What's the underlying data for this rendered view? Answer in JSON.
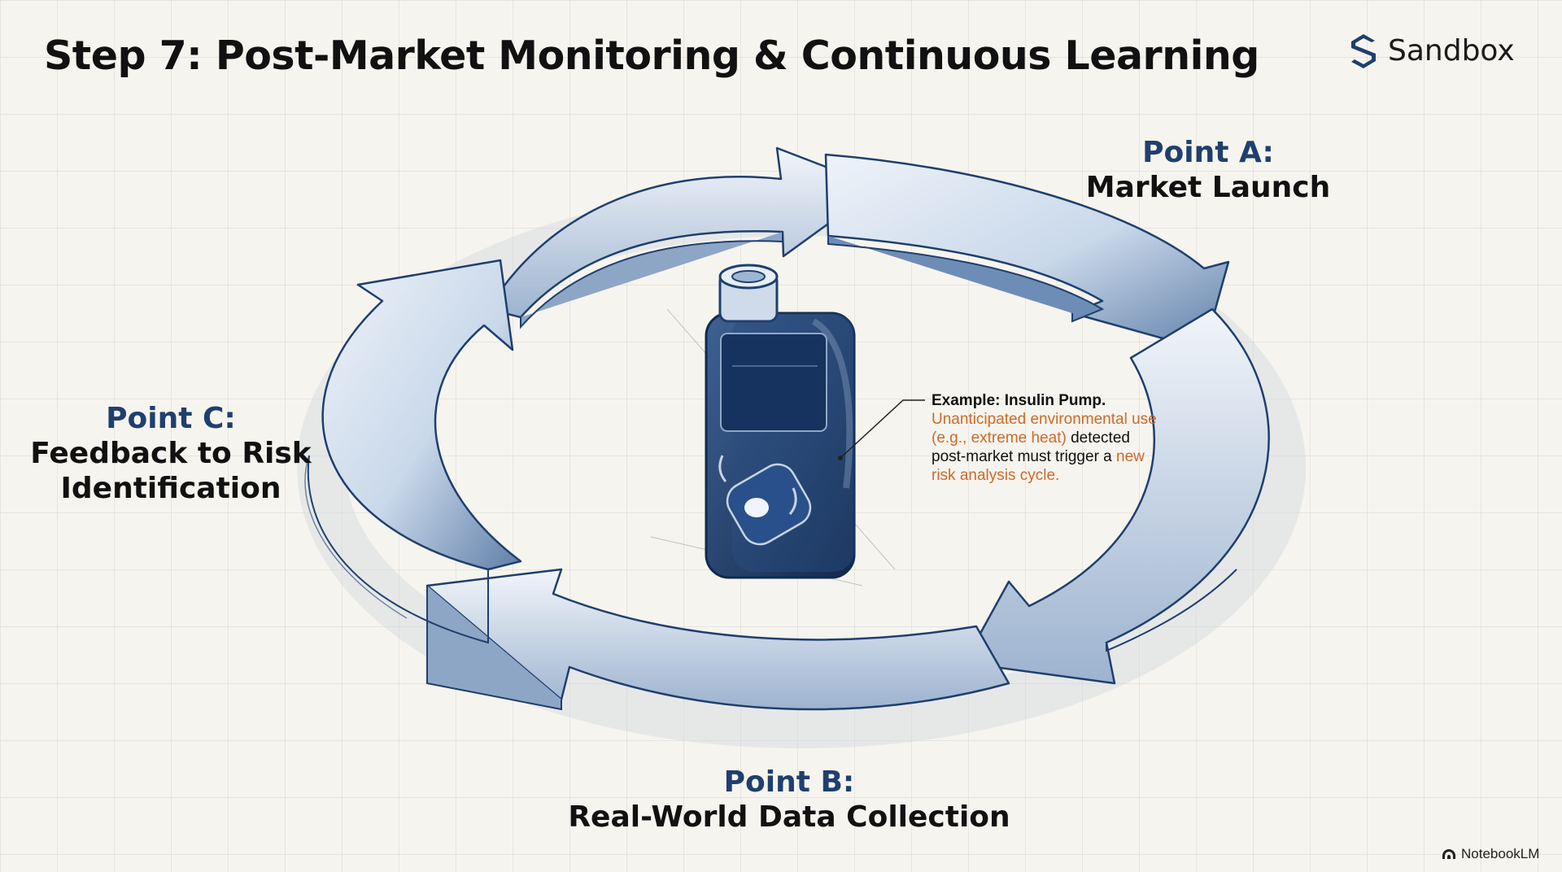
{
  "title": "Step 7: Post-Market Monitoring & Continuous Learning",
  "brand": {
    "name": "Sandbox",
    "icon": "sandbox-logo-icon"
  },
  "points": {
    "a": {
      "head": "Point A:",
      "desc": "Market Launch"
    },
    "b": {
      "head": "Point B:",
      "desc": "Real-World Data Collection"
    },
    "c": {
      "head": "Point C:",
      "desc_line1": "Feedback to Risk",
      "desc_line2": "Identification"
    }
  },
  "callout": {
    "head": "Example: Insulin Pump.",
    "part1": "Unanticipated environmental use (e.g., extreme heat)",
    "part2": " detected post-market must trigger a ",
    "part3": "new risk analysis cycle."
  },
  "watermark": {
    "text": "NotebookLM",
    "icon": "notebooklm-icon"
  },
  "colors": {
    "arrow_fill": "#c7d6e8",
    "arrow_stroke": "#1f3f6e",
    "heading_blue": "#1f3f6e",
    "accent_orange": "#cc6a2a",
    "device_blue": "#1f3f6e",
    "background": "#f6f4ee"
  }
}
